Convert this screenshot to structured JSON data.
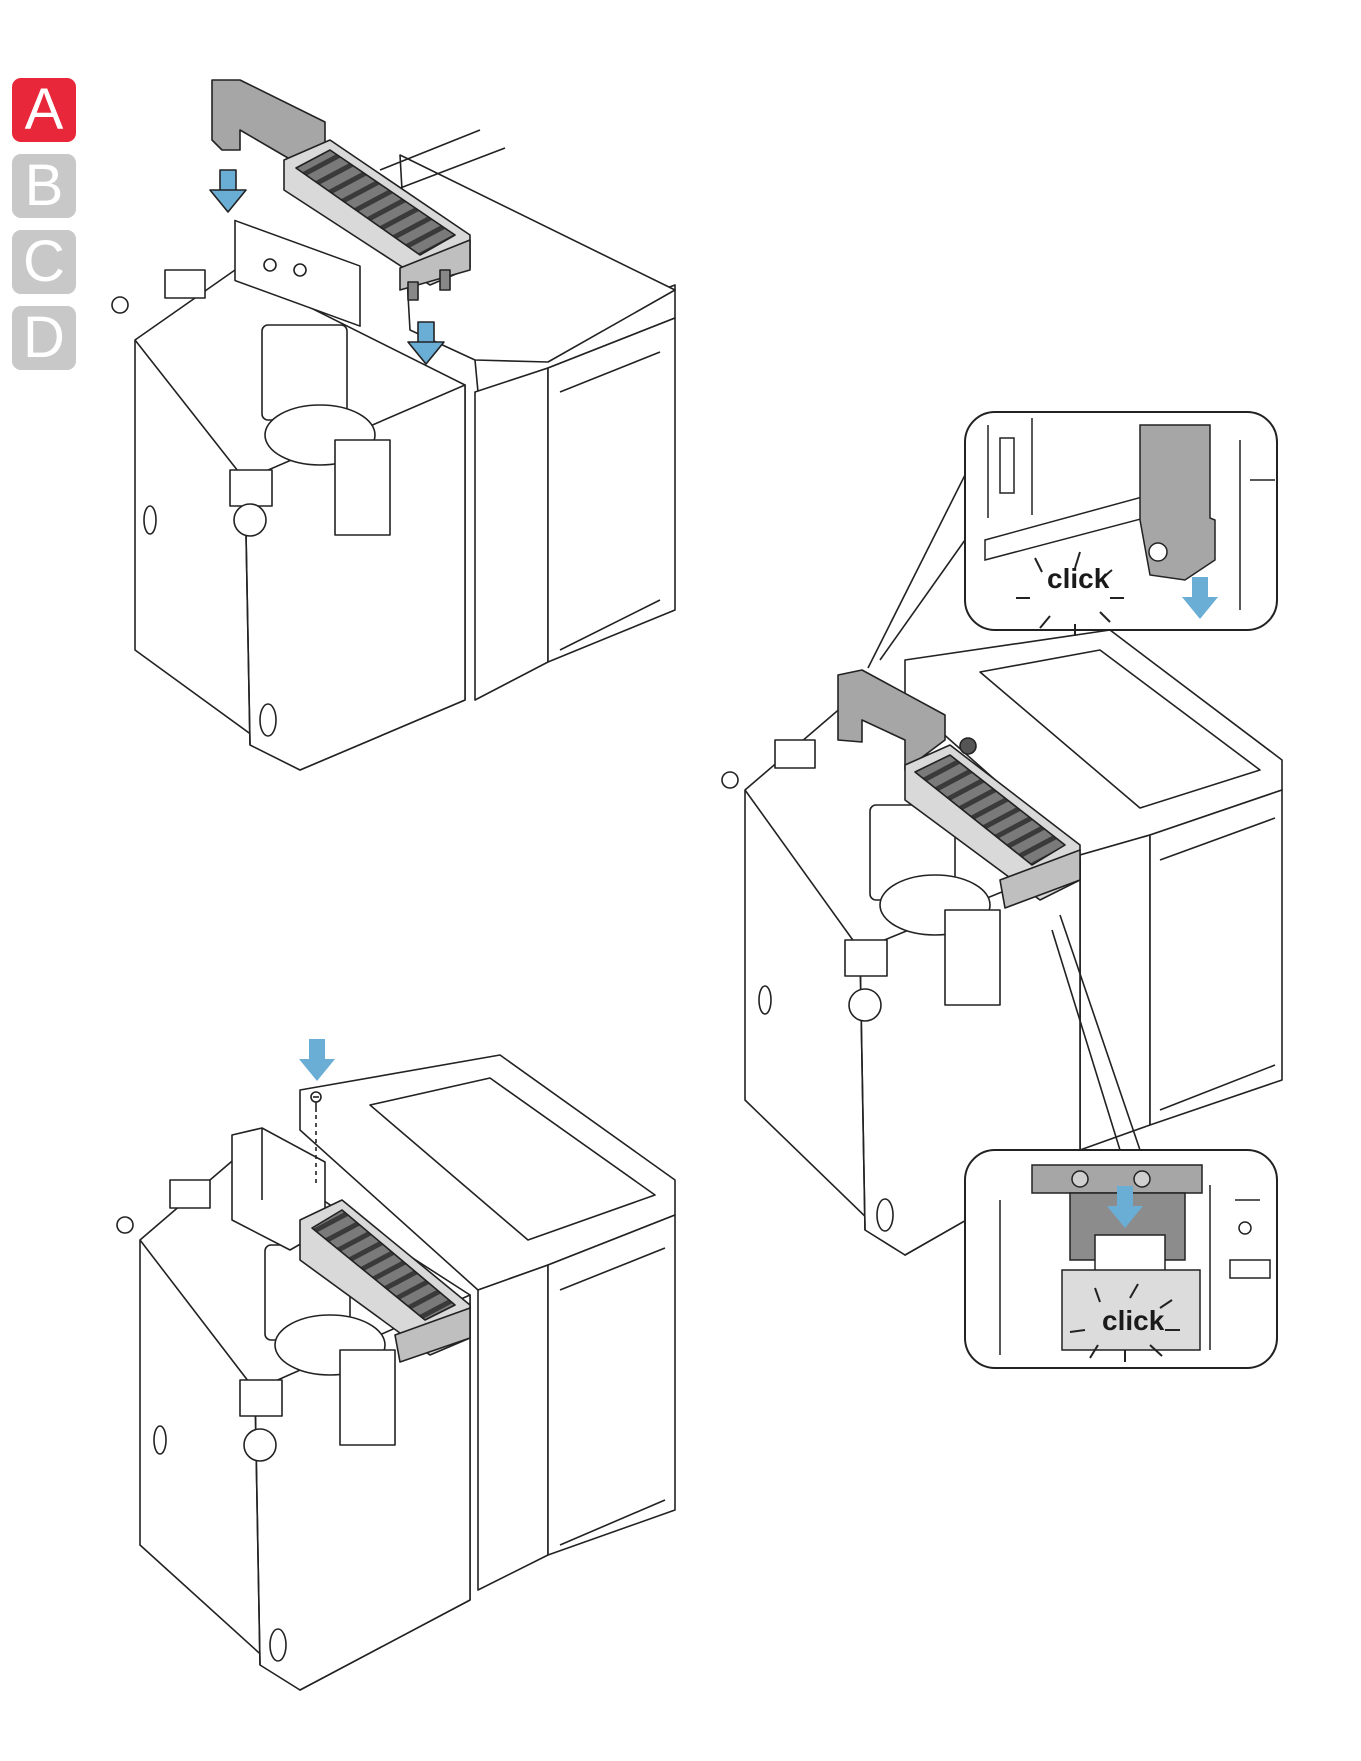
{
  "step_tabs": [
    {
      "label": "A",
      "active": true
    },
    {
      "label": "B",
      "active": false
    },
    {
      "label": "C",
      "active": false
    },
    {
      "label": "D",
      "active": false
    }
  ],
  "colors": {
    "tab_active": "#e8273a",
    "tab_inactive": "#c8c8c8",
    "arrow": "#6aaed6",
    "part_gray": "#a6a6a6",
    "line": "#222222"
  },
  "callouts": {
    "top_click": "click",
    "bottom_click": "click"
  },
  "icons": [
    "down-arrow-icon",
    "screw-icon"
  ]
}
